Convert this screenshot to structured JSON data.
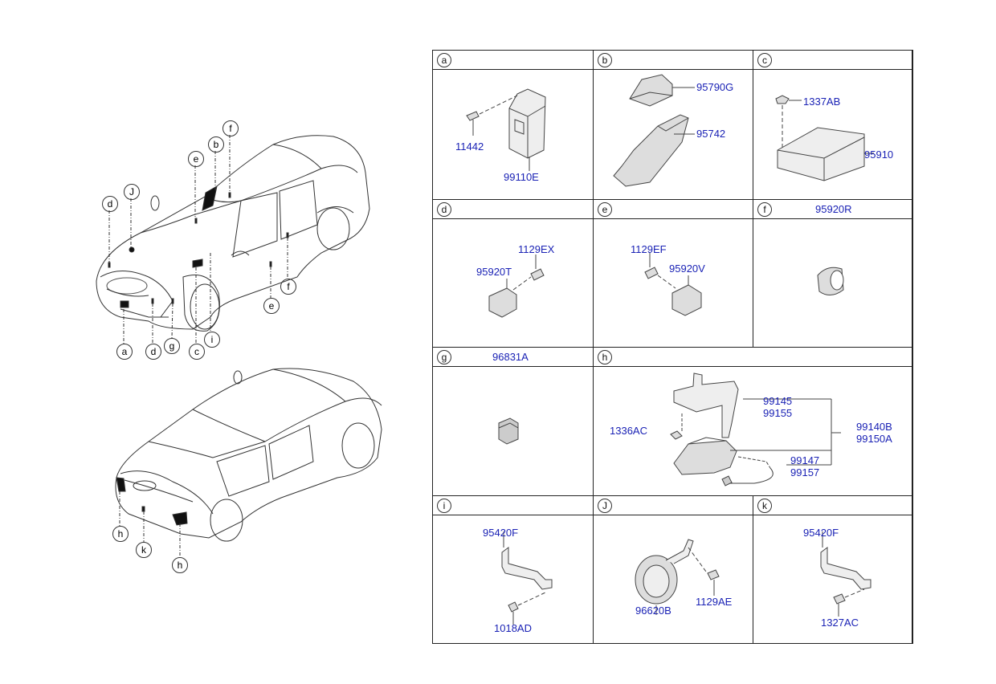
{
  "callouts_front": [
    "f",
    "b",
    "e",
    "d",
    "J",
    "a",
    "d",
    "g",
    "c",
    "i",
    "f",
    "e"
  ],
  "callouts_rear": [
    "h",
    "k",
    "h"
  ],
  "cells": [
    {
      "letter": "a",
      "header_part": "",
      "parts": [
        "11442",
        "99110E"
      ]
    },
    {
      "letter": "b",
      "header_part": "",
      "parts": [
        "95790G",
        "95742"
      ]
    },
    {
      "letter": "c",
      "header_part": "",
      "parts": [
        "1337AB",
        "95910"
      ]
    },
    {
      "letter": "d",
      "header_part": "",
      "parts": [
        "1129EX",
        "95920T"
      ]
    },
    {
      "letter": "e",
      "header_part": "",
      "parts": [
        "1129EF",
        "95920V"
      ]
    },
    {
      "letter": "f",
      "header_part": "95920R",
      "parts": []
    },
    {
      "letter": "g",
      "header_part": "96831A",
      "parts": []
    },
    {
      "letter": "h",
      "header_part": "",
      "parts": [
        "99145",
        "99155",
        "99140B",
        "99150A",
        "1336AC",
        "99147",
        "99157"
      ]
    },
    {
      "letter": "i",
      "header_part": "",
      "parts": [
        "95420F",
        "1018AD"
      ]
    },
    {
      "letter": "J",
      "header_part": "",
      "parts": [
        "96620B",
        "1129AE"
      ]
    },
    {
      "letter": "k",
      "header_part": "",
      "parts": [
        "95420F",
        "1327AC"
      ]
    }
  ]
}
